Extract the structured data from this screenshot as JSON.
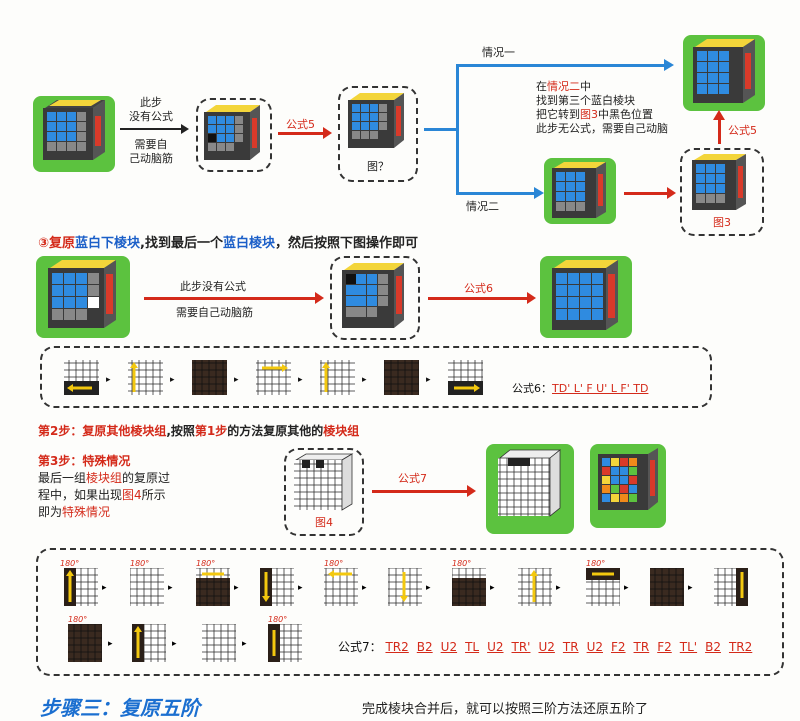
{
  "top": {
    "arrow1_text": [
      "此步",
      "没有公式"
    ],
    "arrow1_note": [
      "需要自",
      "己动脑筋"
    ],
    "arrow2_label": "公式5",
    "cube3_caption": "图？",
    "branch_top_label": "情况一",
    "branch_bottom_label": "情况二",
    "note_lines": [
      {
        "pre": "在",
        "red": "情况二",
        "post": "中"
      },
      {
        "pre": "找到第三个蓝白棱块",
        "red": "",
        "post": ""
      },
      {
        "pre": "把它转到",
        "red": "图3",
        "post": "中黑色位置"
      },
      {
        "pre": "此步无公式，需要自己动脑",
        "red": "",
        "post": ""
      }
    ],
    "up_arrow_label": "公式5",
    "fig3_caption": "图3"
  },
  "section3": {
    "title_prefix": "③复原",
    "title_highlight": "蓝白下棱块",
    "title_mid": ",找到最后一个",
    "title_highlight2": "蓝白棱块",
    "title_suffix": "，然后按照下图操作即可",
    "arrow_text_top": "此步没有公式",
    "arrow_text_bottom": "需要自己动脑筋",
    "arrow2_label": "公式6"
  },
  "formula6": {
    "label": "公式6：",
    "sequence": "TD' L' F U' L F' TD"
  },
  "step2": {
    "prefix": "第2步：复原其他棱块组",
    "mid": ",按照",
    "red1": "第1步",
    "mid2": "的方法复原其他的",
    "red2": "棱块组"
  },
  "step3": {
    "title": "第3步：特殊情况",
    "lines": [
      {
        "pre": "最后一组",
        "red": "棱块组",
        "post": "的复原过"
      },
      {
        "pre": "程中，如果出现",
        "red": "图4",
        "post": "所示"
      },
      {
        "pre": "即为",
        "red": "特殊情况",
        "post": ""
      }
    ],
    "fig4_caption": "图4",
    "arrow_label": "公式7"
  },
  "formula7": {
    "label": "公式7：",
    "moves": [
      "TR2",
      "B2",
      "U2",
      "TL",
      "U2",
      "TR'",
      "U2",
      "TR",
      "U2",
      "F2",
      "TR",
      "F2",
      "TL'",
      "B2",
      "TR2"
    ],
    "deg": "180°"
  },
  "footer": {
    "title": "步骤三：复原五阶",
    "text": "完成棱块合并后，就可以按照三阶方法还原五阶了"
  }
}
